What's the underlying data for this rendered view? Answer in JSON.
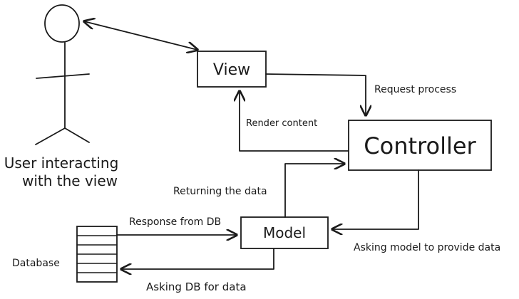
{
  "nodes": {
    "user": {
      "caption_line1": "User interacting",
      "caption_line2": "with the view"
    },
    "view": {
      "label": "View"
    },
    "controller": {
      "label": "Controller"
    },
    "model": {
      "label": "Model"
    },
    "database": {
      "label": "Database"
    }
  },
  "edges": {
    "request_process": "Request process",
    "render_content": "Render content",
    "returning_data": "Returning the data",
    "asking_model": "Asking model to provide data",
    "response_db": "Response from DB",
    "asking_db": "Asking DB for data"
  },
  "colors": {
    "ink": "#1a1a1a",
    "background": "#ffffff"
  }
}
